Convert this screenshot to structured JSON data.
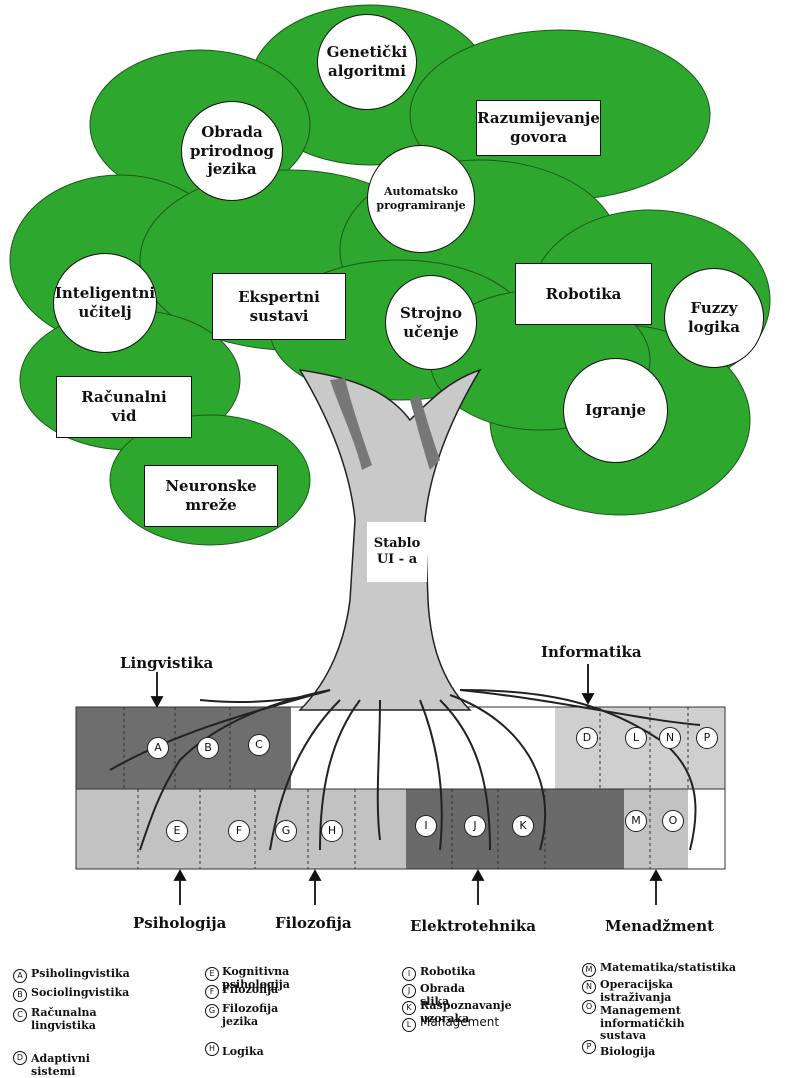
{
  "colors": {
    "canopy": "#2ea72e",
    "trunk": "#c9c9c9",
    "dark_ground": "#6b6b6b",
    "light_ground": "#c2c2c2"
  },
  "tree": {
    "labels": {
      "geneticki": "Genetički\nalgoritmi",
      "razumijevanje": "Razumijevanje\ngovora",
      "obrada_jezika": "Obrada\nprirodnog\njezika",
      "automatsko": "Automatsko\nprogramiranje",
      "inteligentni": "Inteligentni\nučitelj",
      "ekspertni": "Ekspertni\nsustavi",
      "strojno": "Strojno\nučenje",
      "robotika": "Robotika",
      "fuzzy": "Fuzzy\nlogika",
      "racunalni_vid": "Računalni\nvid",
      "igranje": "Igranje",
      "neuronske": "Neuronske\nmreže",
      "stablo": "Stablo\nUI - a"
    }
  },
  "categories": {
    "lingvistika": "Lingvistika",
    "informatika": "Informatika",
    "psihologija": "Psihologija",
    "filozofija": "Filozofija",
    "elektrotehnika": "Elektrotehnika",
    "menadzment": "Menadžment"
  },
  "root_markers": [
    "A",
    "B",
    "C",
    "D",
    "L",
    "N",
    "P",
    "E",
    "F",
    "G",
    "H",
    "I",
    "J",
    "K",
    "M",
    "O"
  ],
  "legend": {
    "col1": [
      {
        "m": "A",
        "t": "Psiholingvistika"
      },
      {
        "m": "B",
        "t": "Sociolingvistika"
      },
      {
        "m": "C",
        "t": "Računalna\nlingvistika"
      },
      {
        "m": "D",
        "t": "Adaptivni sistemi"
      }
    ],
    "col2": [
      {
        "m": "E",
        "t": "Kognitivna psihologija"
      },
      {
        "m": "F",
        "t": "Filozofija"
      },
      {
        "m": "G",
        "t": "Filozofija\njezika"
      },
      {
        "m": "H",
        "t": "Logika"
      }
    ],
    "col3": [
      {
        "m": "I",
        "t": "Robotika"
      },
      {
        "m": "J",
        "t": "Obrada slika"
      },
      {
        "m": "K",
        "t": "Raspoznavanje uzoraka"
      },
      {
        "m": "L",
        "t": "Management"
      }
    ],
    "col4": [
      {
        "m": "M",
        "t": "Matematika/statistika"
      },
      {
        "m": "N",
        "t": "Operacijska istraživanja"
      },
      {
        "m": "O",
        "t": "Management informatičkih\nsustava"
      },
      {
        "m": "P",
        "t": "Biologija"
      }
    ]
  }
}
